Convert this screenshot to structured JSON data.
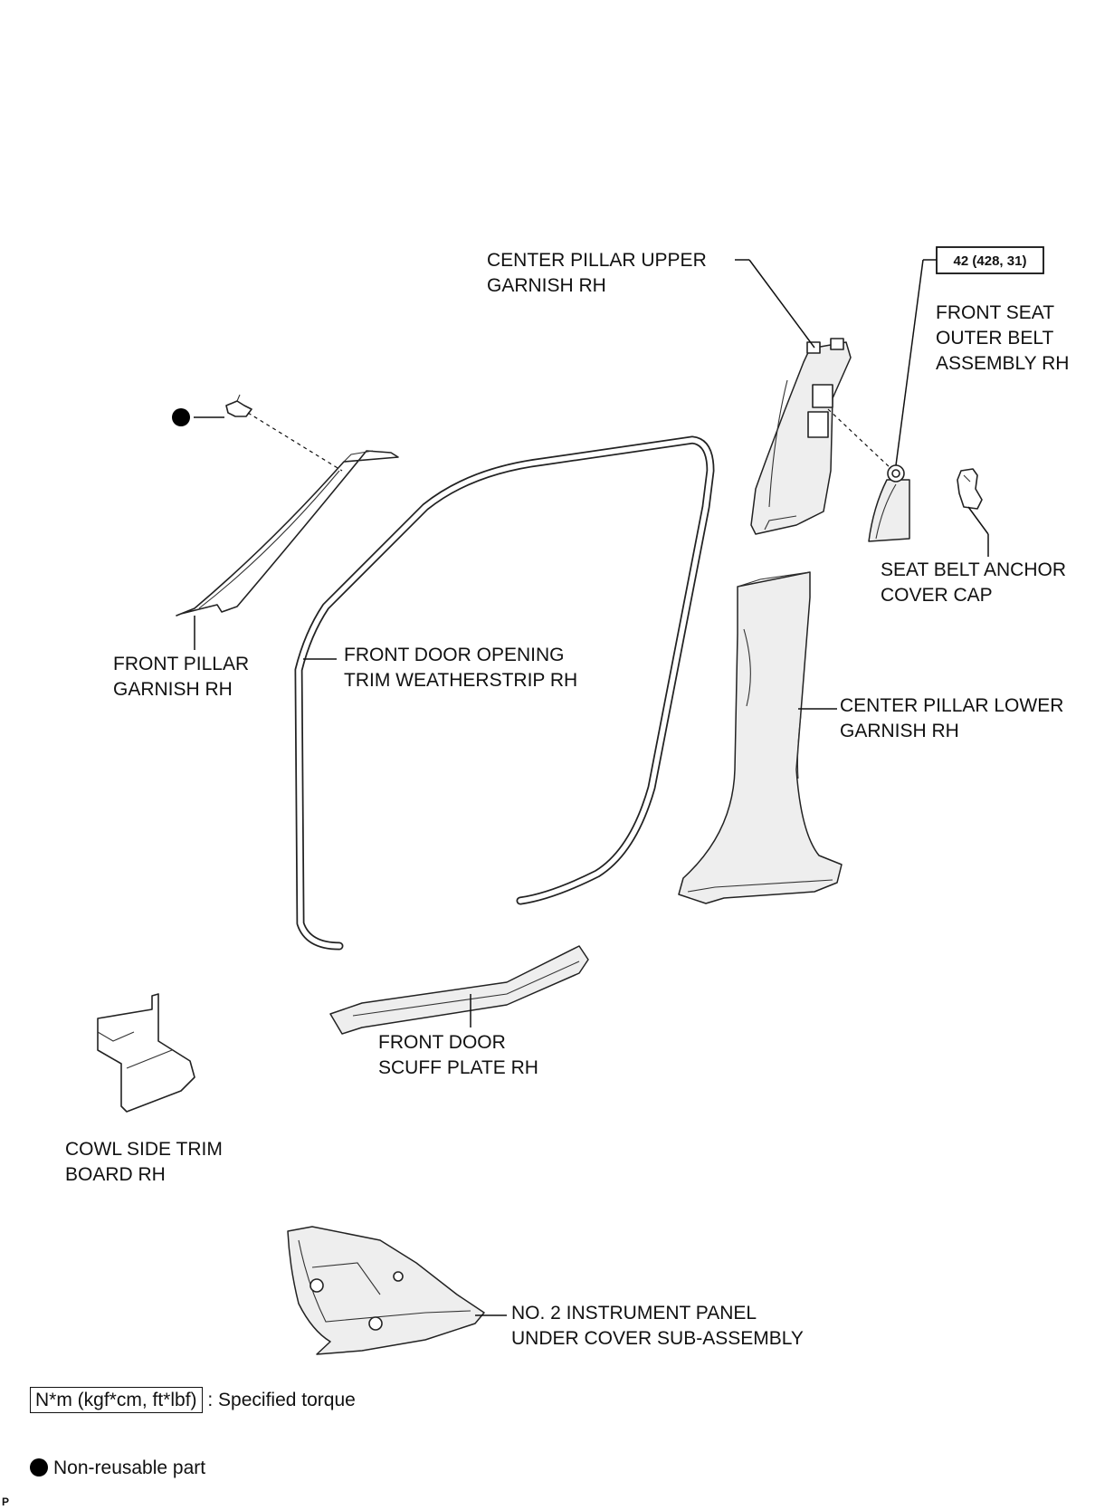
{
  "labels": {
    "center_upper_1": "CENTER PILLAR UPPER",
    "center_upper_2": "GARNISH RH",
    "torque": "42 (428, 31)",
    "belt_1": "FRONT SEAT",
    "belt_2": "OUTER BELT",
    "belt_3": "ASSEMBLY RH",
    "anchor_1": "SEAT BELT ANCHOR",
    "anchor_2": "COVER CAP",
    "front_pillar_1": "FRONT PILLAR",
    "front_pillar_2": "GARNISH RH",
    "weather_1": "FRONT DOOR OPENING",
    "weather_2": "TRIM WEATHERSTRIP RH",
    "center_lower_1": "CENTER PILLAR LOWER",
    "center_lower_2": "GARNISH RH",
    "scuff_1": "FRONT DOOR",
    "scuff_2": "SCUFF PLATE RH",
    "cowl_1": "COWL SIDE TRIM",
    "cowl_2": "BOARD RH",
    "under_1": "NO. 2 INSTRUMENT PANEL",
    "under_2": "UNDER COVER SUB-ASSEMBLY"
  },
  "legend": {
    "torque_box": "N*m (kgf*cm, ft*lbf)",
    "torque_text": ": Specified torque",
    "nonreusable_text": "Non-reusable part"
  },
  "corner_mark": "P"
}
